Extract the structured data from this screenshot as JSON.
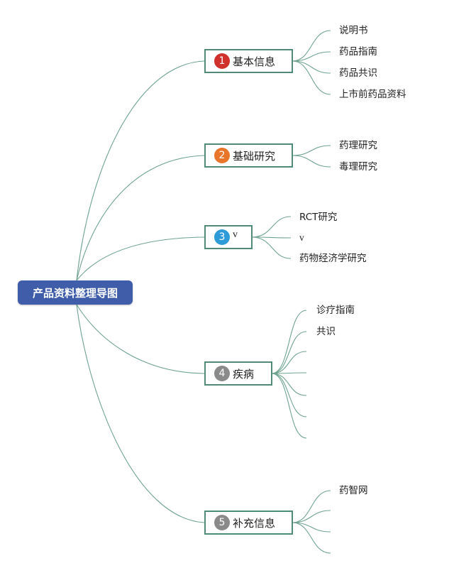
{
  "root": {
    "label": "产品资料整理导图"
  },
  "colors": {
    "root_bg": "#3f5da8",
    "line": "#6fa38f",
    "branch_border": "#4f8b77"
  },
  "branches": [
    {
      "number": "1",
      "label": "基本信息",
      "badge_color": "#d0312d",
      "leaves": [
        "说明书",
        "药品指南",
        "药品共识",
        "上市前药品资料"
      ]
    },
    {
      "number": "2",
      "label": "基础研究",
      "badge_color": "#e8752a",
      "leaves": [
        "药理研究",
        "毒理研究"
      ]
    },
    {
      "number": "3",
      "label": "v",
      "badge_color": "#2e9ad8",
      "leaves": [
        "RCT研究",
        "v",
        "药物经济学研究"
      ]
    },
    {
      "number": "4",
      "label": "疾病",
      "badge_color": "#8a8a8a",
      "leaves": [
        "诊疗指南",
        "共识",
        "",
        "",
        "",
        "",
        ""
      ]
    },
    {
      "number": "5",
      "label": "补充信息",
      "badge_color": "#8a8a8a",
      "leaves": [
        "药智网",
        "",
        "",
        ""
      ]
    }
  ]
}
